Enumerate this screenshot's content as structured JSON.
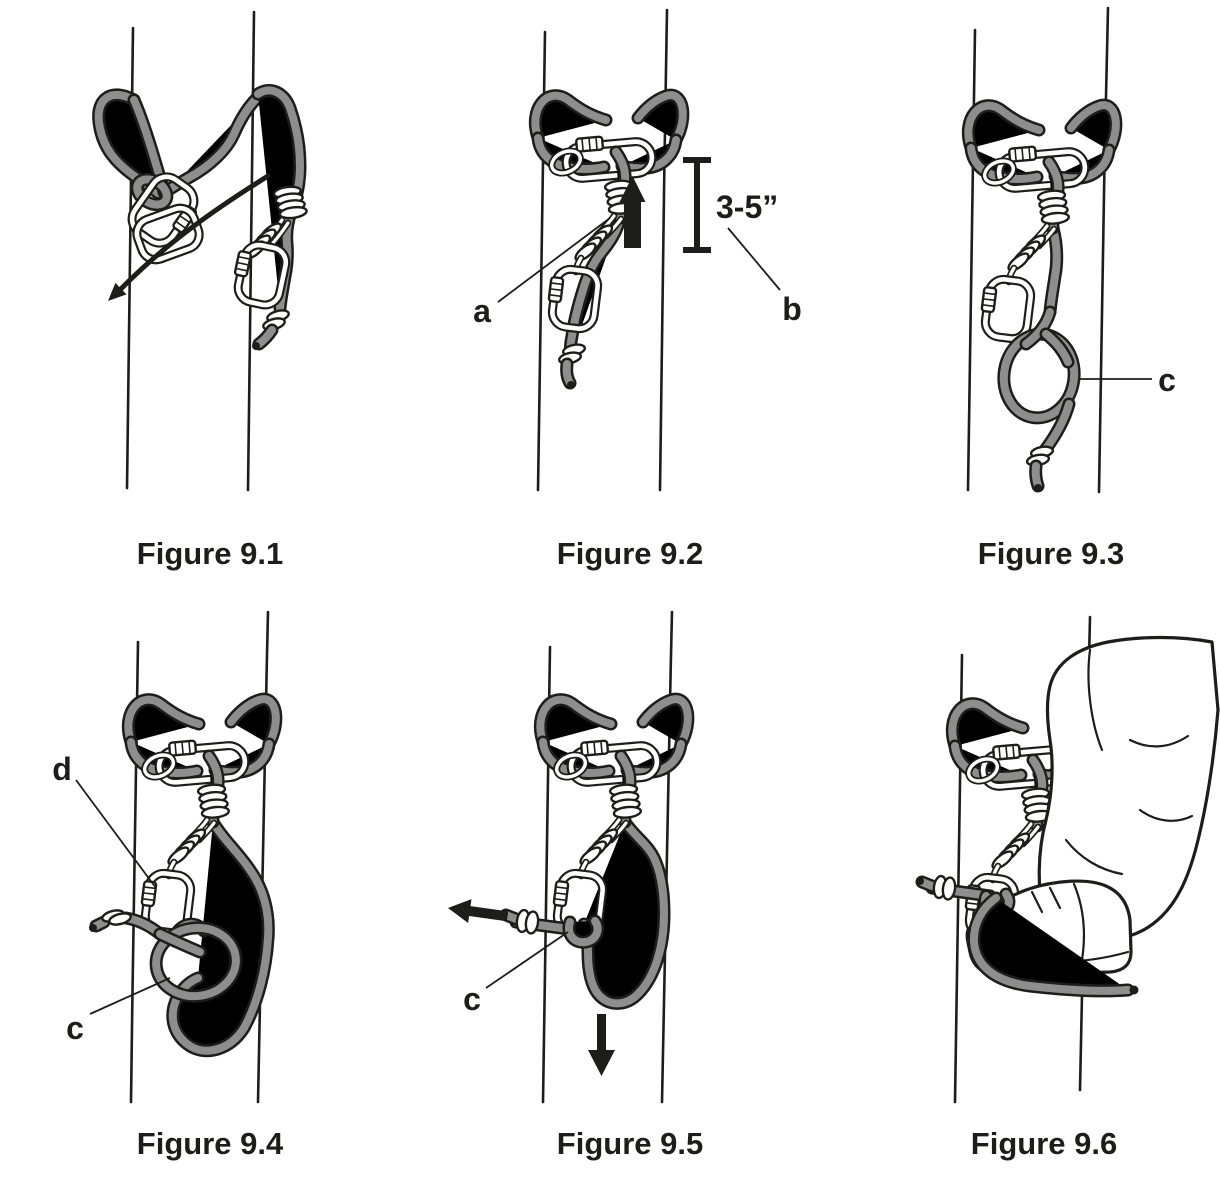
{
  "colors": {
    "ink": "#1d1d1b",
    "rope": "#8e8e8e",
    "paper": "#ffffff"
  },
  "figures": [
    {
      "caption": "Figure 9.1",
      "labels": []
    },
    {
      "caption": "Figure 9.2",
      "labels": [
        {
          "id": "a",
          "text": "a"
        },
        {
          "id": "b",
          "text": "b"
        }
      ],
      "measurement": "3-5”"
    },
    {
      "caption": "Figure 9.3",
      "labels": [
        {
          "id": "c",
          "text": "c"
        }
      ]
    },
    {
      "caption": "Figure 9.4",
      "labels": [
        {
          "id": "d",
          "text": "d"
        },
        {
          "id": "c",
          "text": "c"
        }
      ]
    },
    {
      "caption": "Figure 9.5",
      "labels": [
        {
          "id": "c",
          "text": "c"
        }
      ]
    },
    {
      "caption": "Figure 9.6",
      "labels": []
    }
  ]
}
